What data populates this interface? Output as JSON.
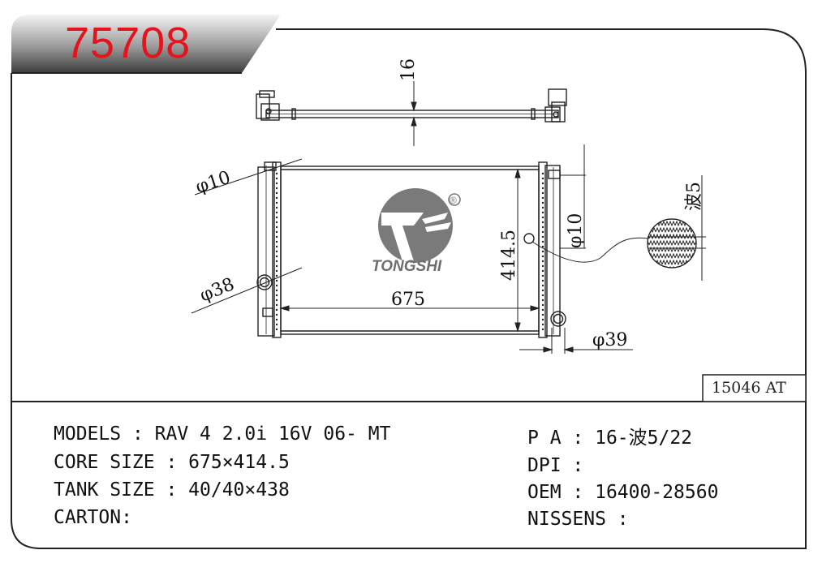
{
  "header": {
    "part_number": "75708",
    "accent_color": "#e3141c"
  },
  "drawing": {
    "dim_top_thickness": "16",
    "dim_inlet_dia": "φ10",
    "dim_outlet_dia": "φ38",
    "dim_width": "675",
    "dim_height": "414.5",
    "dim_right_pipe": "φ10",
    "dim_right_outlet": "φ39",
    "dim_fin_wave": "波5",
    "logo_text": "TONGSHI",
    "logo_mark": "®"
  },
  "code_box": {
    "value": "15046 AT"
  },
  "specs": {
    "left": [
      {
        "label": "MODELS",
        "sep": " : ",
        "value": "RAV 4 2.0i 16V 06- MT"
      },
      {
        "label": "CORE SIZE",
        "sep": " : ",
        "value": "675×414.5"
      },
      {
        "label": "TANK SIZE",
        "sep": " : ",
        "value": "40/40×438"
      },
      {
        "label": "CARTON",
        "sep": ":",
        "value": ""
      }
    ],
    "right": [
      {
        "label": "P A",
        "sep": " : ",
        "value": "16-波5/22"
      },
      {
        "label": "DPI",
        "sep": " :",
        "value": ""
      },
      {
        "label": "OEM",
        "sep": " : ",
        "value": "16400-28560"
      },
      {
        "label": "NISSENS",
        "sep": " :",
        "value": ""
      }
    ]
  }
}
